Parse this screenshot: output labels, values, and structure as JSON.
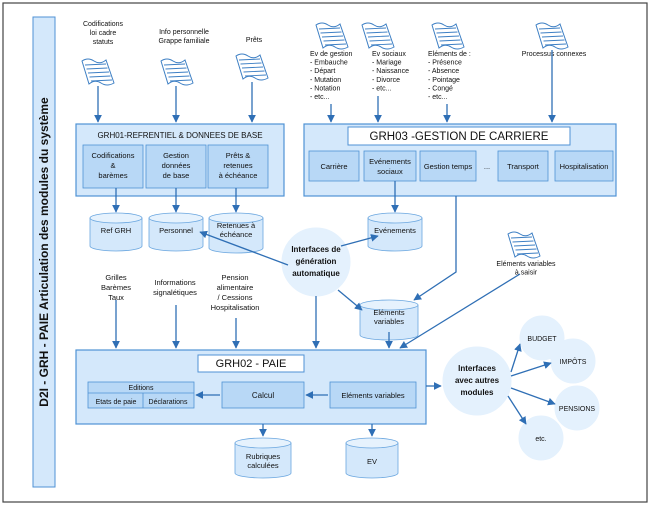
{
  "side_title": "D2I  -  GRH  -  PAIE    Articulation des modules du système",
  "sources": {
    "codif": [
      "Codifications",
      "loi cadre",
      "statuts"
    ],
    "info": [
      "Info personnelle",
      "Grappe familiale"
    ],
    "prets": [
      "Prêts"
    ],
    "ev_gestion": [
      "Ev de gestion",
      "- Embauche",
      "- Départ",
      "- Mutation",
      "- Notation",
      "- etc..."
    ],
    "ev_sociaux": [
      "Ev sociaux",
      "- Mariage",
      "- Naissance",
      "- Divorce",
      "- etc..."
    ],
    "elements": [
      "Eléments de :",
      "- Présence",
      "- Absence",
      "- Pointage",
      "- Congé",
      "- etc..."
    ],
    "processus": [
      "Processus connexes"
    ],
    "variables_saisir": [
      "Eléments variables",
      "à saisir"
    ]
  },
  "grh01": {
    "title": "GRH01-REFRENTIEL & DONNEES DE BASE",
    "boxes": [
      [
        "Codifications",
        "&",
        "barèmes"
      ],
      [
        "Gestion",
        "données",
        "de base"
      ],
      [
        "Prêts &",
        "retenues",
        "à échéance"
      ]
    ]
  },
  "grh03": {
    "title": "GRH03 -GESTION DE CARRIERE",
    "boxes": [
      [
        "Carrière"
      ],
      [
        "Evénements",
        "sociaux"
      ],
      [
        "Gestion temps"
      ],
      [
        "..."
      ],
      [
        "Transport"
      ],
      [
        "Hospitalisation"
      ]
    ]
  },
  "databases": {
    "ref_grh": [
      "Ref GRH"
    ],
    "personnel": [
      "Personnel"
    ],
    "retenues": [
      "Retenues à",
      "échéance"
    ],
    "evenements": [
      "Evénements"
    ],
    "elements_variables": [
      "Eléments",
      "variables"
    ],
    "rubriques": [
      "Rubriques",
      "calculées"
    ],
    "ev": [
      "EV"
    ]
  },
  "flows": {
    "grilles": [
      "Grilles",
      "Barèmes",
      "Taux"
    ],
    "informations": [
      "Informations",
      "signalétiques"
    ],
    "pension": [
      "Pension",
      "alimentaire",
      "/ Cessions",
      "Hospitalisation"
    ]
  },
  "interfaces_auto": [
    "Interfaces de",
    "génération",
    "automatique"
  ],
  "grh02": {
    "title": "GRH02 - PAIE",
    "editions_title": "Editions",
    "etats": "Etats de paie",
    "declarations": "Déclarations",
    "calcul": "Calcul",
    "elements_variables": "Eléments variables"
  },
  "interfaces_autres": [
    "Interfaces",
    "avec autres",
    "modules"
  ],
  "outputs": [
    "BUDGET",
    "IMPÔTS",
    "PENSIONS",
    "etc."
  ],
  "colors": {
    "box_fill": "#d4e8fb",
    "box_stroke": "#4f92d4",
    "inner_fill": "#b8d8f6",
    "circle_fill": "#e4f1fd",
    "arrow": "#2f6fb5",
    "side_bar": "#d4e8fb"
  }
}
